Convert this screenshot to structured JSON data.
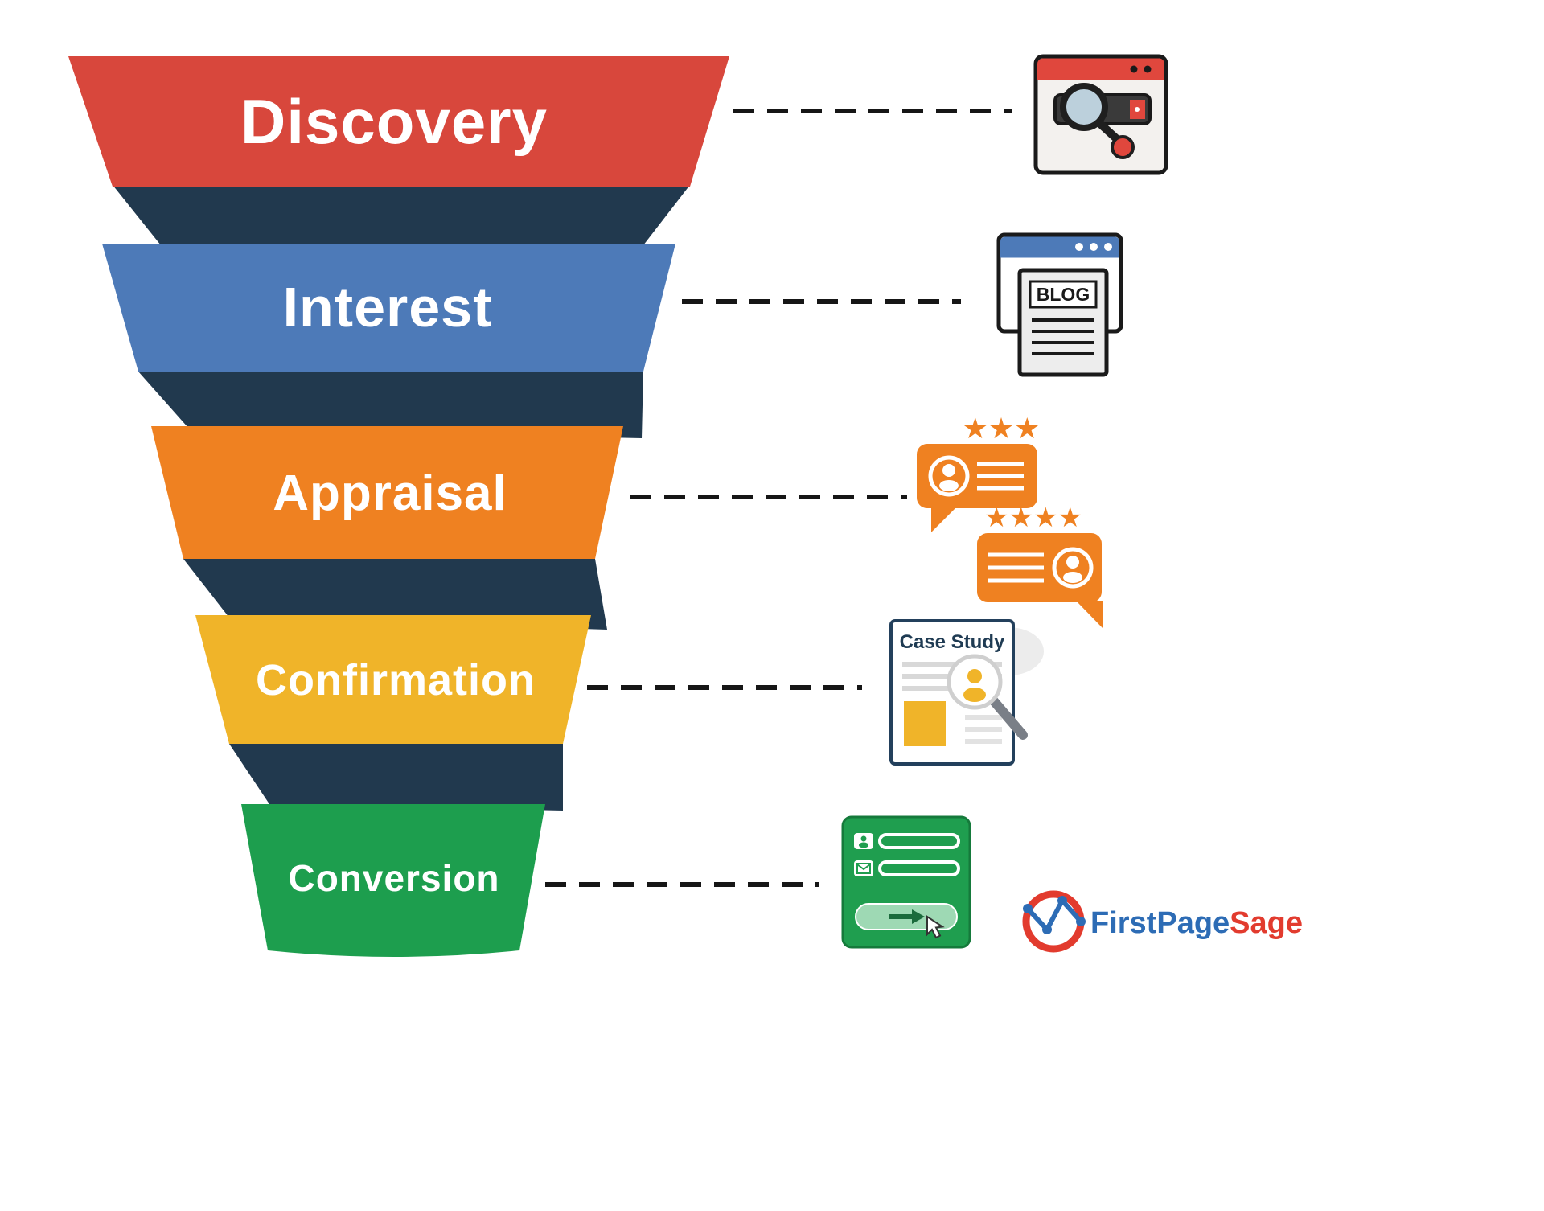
{
  "funnel": {
    "fold_color": "#21394e",
    "stages": [
      {
        "label": "Discovery",
        "color": "#d8473c"
      },
      {
        "label": "Interest",
        "color": "#4d7ab8"
      },
      {
        "label": "Appraisal",
        "color": "#ef8121"
      },
      {
        "label": "Confirmation",
        "color": "#f0b429"
      },
      {
        "label": "Conversion",
        "color": "#1d9e4e"
      }
    ]
  },
  "icons": {
    "discovery": {
      "name": "browser-search-icon",
      "accent": "#e0473d"
    },
    "interest": {
      "name": "blog-window-icon",
      "accent": "#4d7ab8",
      "label": "BLOG"
    },
    "appraisal": {
      "name": "reviews-icon",
      "accent": "#ef8121",
      "stars_top": "★★★",
      "stars_bottom": "★★★★"
    },
    "confirmation": {
      "name": "case-study-icon",
      "accent": "#f0b429",
      "label": "Case Study"
    },
    "conversion": {
      "name": "signup-form-icon",
      "accent": "#1f9e4f"
    }
  },
  "logo": {
    "part1": "FirstPage",
    "part2": "Sage",
    "blue": "#2d6cb5",
    "red": "#e23b2e"
  }
}
